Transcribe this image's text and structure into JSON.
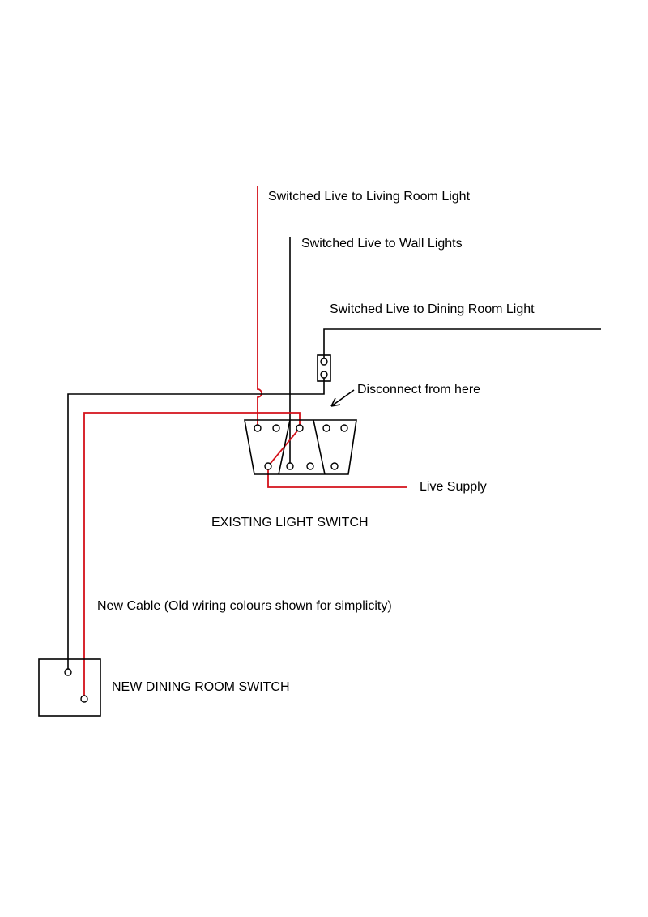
{
  "labels": {
    "living_room": "Switched Live to Living Room Light",
    "wall_lights": "Switched Live to Wall Lights",
    "dining_room": "Switched Live to Dining Room Light",
    "disconnect": "Disconnect from here",
    "live_supply": "Live Supply",
    "existing_switch": "EXISTING LIGHT SWITCH",
    "new_cable": "New Cable (Old wiring colours shown for simplicity)",
    "new_switch": "NEW DINING ROOM SWITCH"
  },
  "colors": {
    "wire_red": "#d4111a",
    "wire_black": "#000000",
    "background": "#ffffff"
  }
}
